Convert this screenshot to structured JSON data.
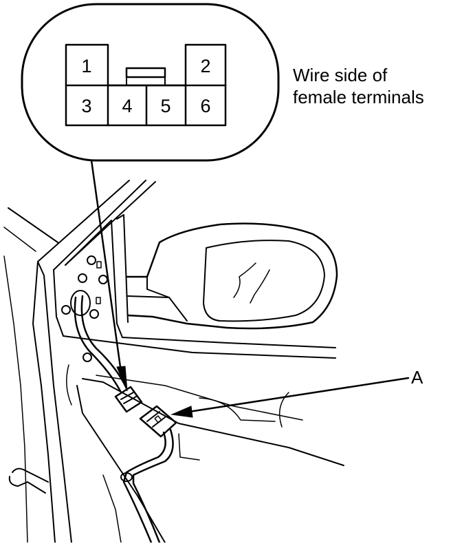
{
  "connector_view_label_line1": "Wire side of",
  "connector_view_label_line2": "female terminals",
  "callout_a": "A",
  "connector_pins": [
    "1",
    "2",
    "3",
    "4",
    "5",
    "6"
  ],
  "line_color": "#000000",
  "background_color": "#ffffff"
}
